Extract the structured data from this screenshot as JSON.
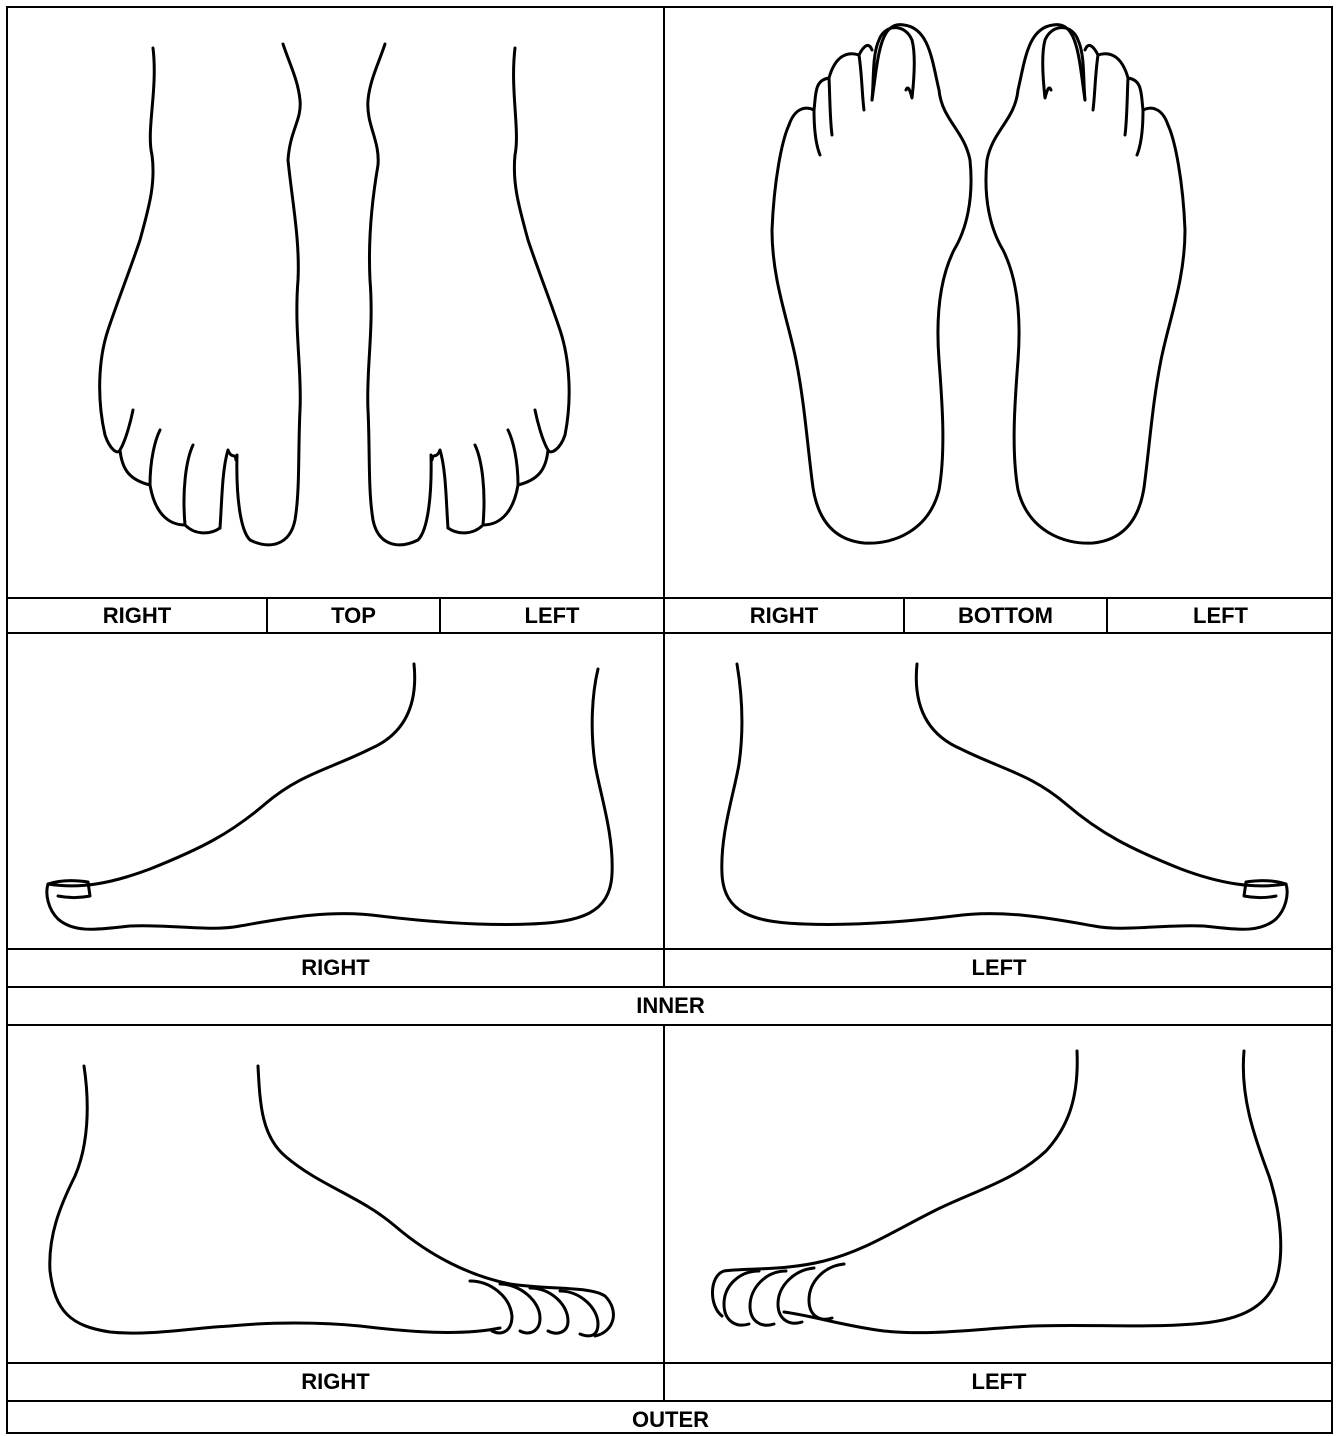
{
  "sections": {
    "top_view": {
      "right": "RIGHT",
      "center": "TOP",
      "left": "LEFT"
    },
    "bottom_view": {
      "right": "RIGHT",
      "center": "BOTTOM",
      "left": "LEFT"
    },
    "inner_view": {
      "right": "RIGHT",
      "left": "LEFT",
      "caption": "INNER"
    },
    "outer_view": {
      "right": "RIGHT",
      "left": "LEFT",
      "caption": "OUTER"
    }
  },
  "colors": {
    "line": "#000000",
    "background": "#ffffff"
  }
}
